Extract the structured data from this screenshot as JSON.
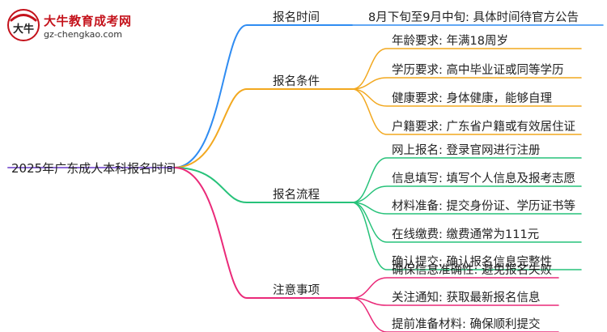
{
  "logo": {
    "title": "大牛教育成考网",
    "url": "gz-chengkao.com",
    "mark_text": "大牛"
  },
  "mindmap": {
    "root": "2025年广东成人本科报名时间",
    "branches": [
      {
        "label": "报名时间",
        "color": "#2f8cf2",
        "children": [
          "8月下旬至9月中旬: 具体时间待官方公告"
        ]
      },
      {
        "label": "报名条件",
        "color": "#f2a81f",
        "children": [
          "年龄要求: 年满18周岁",
          "学历要求: 高中毕业证或同等学历",
          "健康要求: 身体健康，能够自理",
          "户籍要求: 广东省户籍或有效居住证"
        ]
      },
      {
        "label": "报名流程",
        "color": "#27c27a",
        "children": [
          "网上报名: 登录官网进行注册",
          "信息填写: 填写个人信息及报考志愿",
          "材料准备: 提交身份证、学历证书等",
          "在线缴费: 缴费通常为111元",
          "确认提交: 确认报名信息完整性"
        ]
      },
      {
        "label": "注意事项",
        "color": "#ea2a79",
        "children": [
          "确保信息准确性: 避免报名失败",
          "关注通知: 获取最新报名信息",
          "提前准备材料: 确保顺利提交"
        ]
      }
    ]
  }
}
